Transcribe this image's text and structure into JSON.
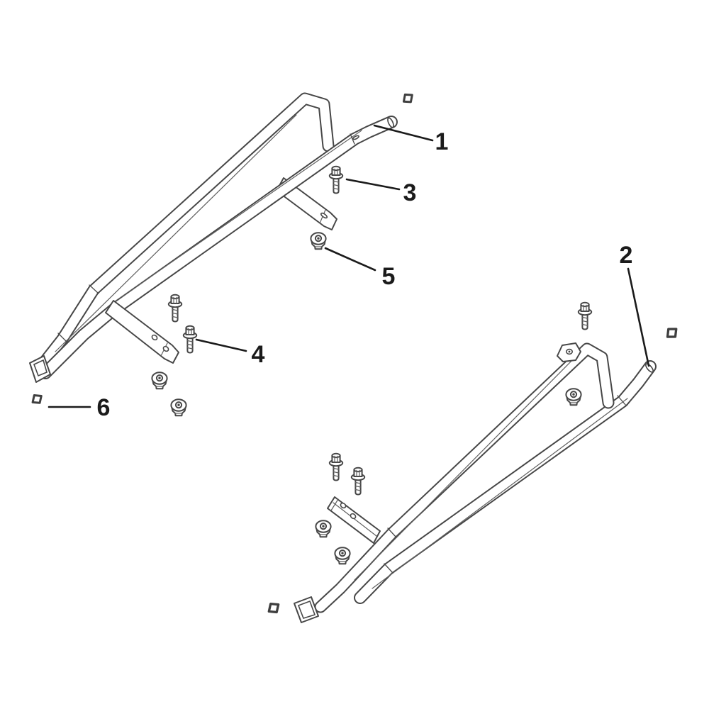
{
  "diagram": {
    "background_color": "#ffffff",
    "artwork_stroke_color": "#474747",
    "callout_color": "#1b1b1b",
    "callouts": [
      {
        "label": "1",
        "points_to": "step-rail-assembly-upper-left"
      },
      {
        "label": "2",
        "points_to": "step-rail-assembly-lower-right"
      },
      {
        "label": "3",
        "points_to": "flange-bolt"
      },
      {
        "label": "4",
        "points_to": "flange-bolt"
      },
      {
        "label": "5",
        "points_to": "flange-nut"
      },
      {
        "label": "6",
        "points_to": "retainer-clip"
      }
    ]
  }
}
